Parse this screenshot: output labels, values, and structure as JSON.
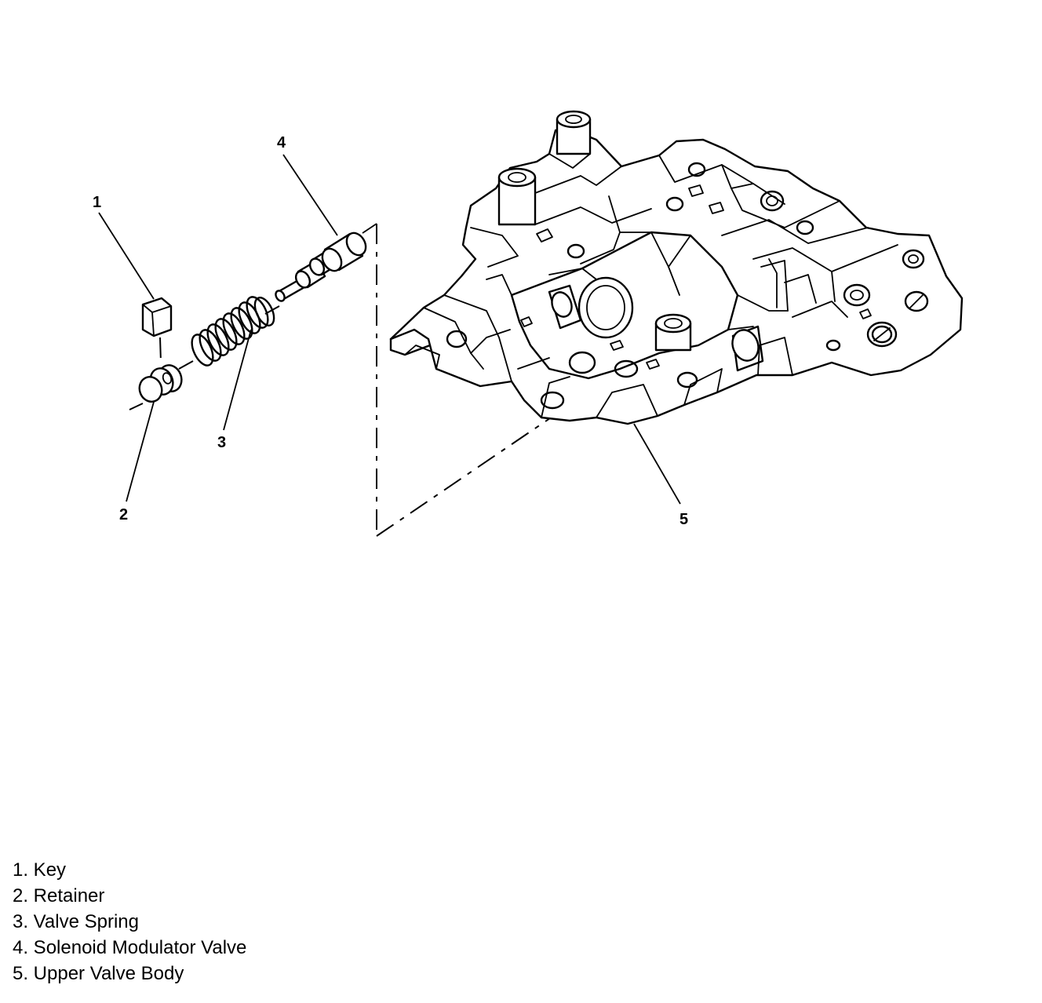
{
  "callouts": [
    "1",
    "2",
    "3",
    "4",
    "5"
  ],
  "legend": [
    "1. Key",
    "2. Retainer",
    "3. Valve Spring",
    "4. Solenoid Modulator Valve",
    "5. Upper Valve Body"
  ]
}
